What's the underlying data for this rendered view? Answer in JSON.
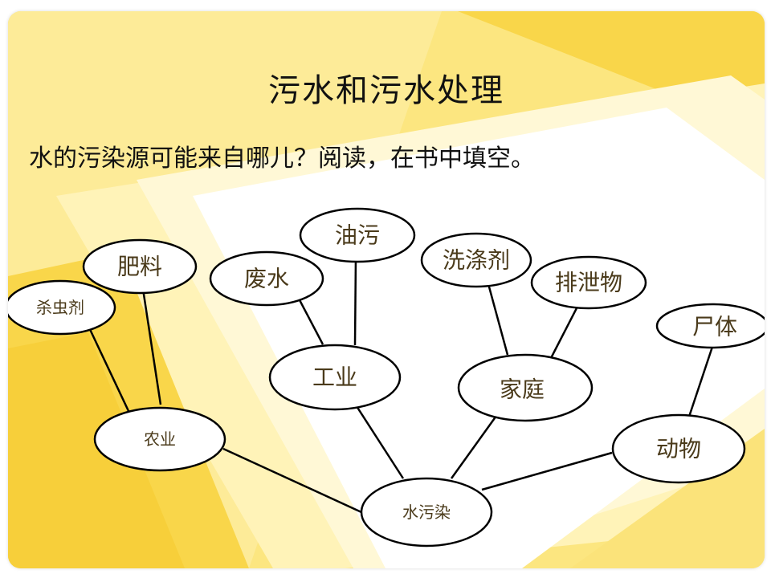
{
  "slide": {
    "title": "污水和污水处理",
    "subtitle": "水的污染源可能来自哪儿？阅读，在书中填空。"
  },
  "colors": {
    "background_yellow": "#fce680",
    "light_band": "#fff7cf",
    "accent_yellow": "#f9d64a"
  },
  "diagram": {
    "nodes": {
      "water_pollution": "水污染",
      "agriculture": "农业",
      "industry": "工业",
      "household": "家庭",
      "animals": "动物",
      "pesticide": "杀虫剂",
      "fertilizer": "肥料",
      "waste_water": "废水",
      "oil_stain": "油污",
      "detergent": "洗涤剂",
      "excrement": "排泄物",
      "corpse": "尸体"
    }
  }
}
